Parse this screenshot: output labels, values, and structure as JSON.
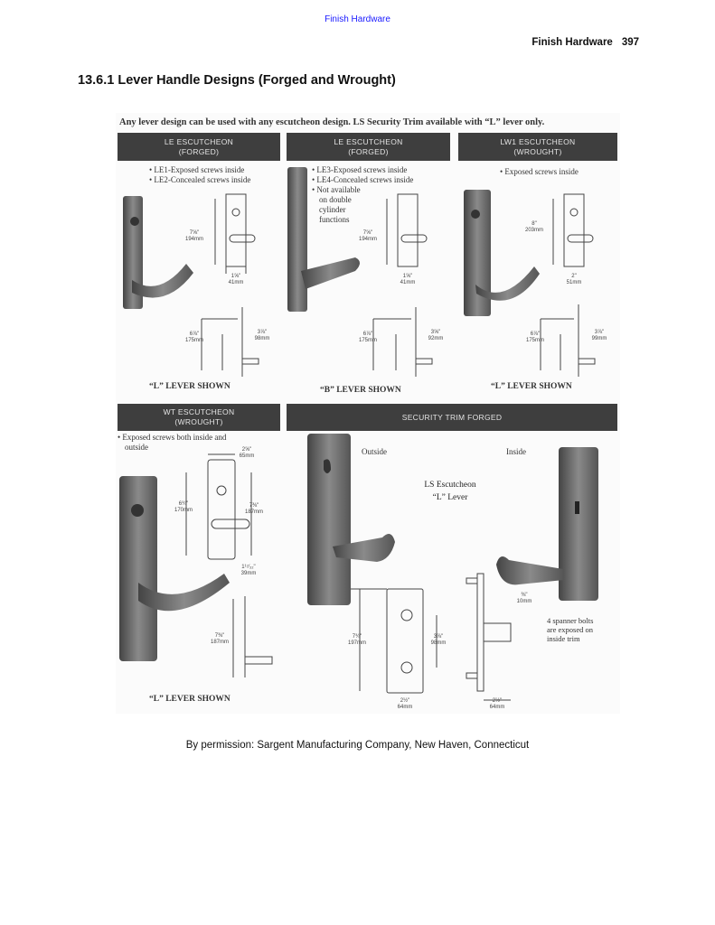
{
  "header": {
    "top_link": "Finish Hardware",
    "running_title": "Finish Hardware",
    "page_number": "397"
  },
  "section_title": "13.6.1 Lever Handle Designs (Forged and Wrought)",
  "figure": {
    "intro": "Any lever design can be used with any escutcheon design. LS Security Trim available with “L” lever only.",
    "panels": [
      {
        "title1": "LE ESCUTCHEON",
        "title2": "(FORGED)",
        "bullets": [
          "• LE1-Exposed screws inside",
          "• LE2-Concealed screws inside"
        ],
        "dims": [
          "7⅝\"",
          "194mm",
          "1⅝\"",
          "41mm",
          "6⅞\"",
          "175mm",
          "3⅞\"",
          "98mm"
        ],
        "shown": "“L” LEVER SHOWN"
      },
      {
        "title1": "LE ESCUTCHEON",
        "title2": "(FORGED)",
        "bullets": [
          "• LE3-Exposed screws inside",
          "• LE4-Concealed screws inside",
          "• Not available",
          "on double",
          "cylinder",
          "functions"
        ],
        "dims": [
          "7⅝\"",
          "194mm",
          "1⅝\"",
          "41mm",
          "6⅞\"",
          "175mm",
          "3⅝\"",
          "92mm"
        ],
        "shown": "“B” LEVER SHOWN"
      },
      {
        "title1": "LW1 ESCUTCHEON",
        "title2": "(WROUGHT)",
        "bullets": [
          "• Exposed screws inside"
        ],
        "dims": [
          "8\"",
          "203mm",
          "2\"",
          "51mm",
          "6⅞\"",
          "175mm",
          "3⅞\"",
          "99mm"
        ],
        "shown": "“L” LEVER SHOWN"
      },
      {
        "title1": "WT ESCUTCHEON",
        "title2": "(WROUGHT)",
        "bullets": [
          "• Exposed screws both inside and",
          "outside"
        ],
        "dims": [
          "2⅝\"",
          "65mm",
          "6¾\"",
          "170mm",
          "7⅜\"",
          "187mm",
          "1¹⁷⁄₃₂\"",
          "39mm",
          "7⅜\"",
          "187mm"
        ],
        "shown": "“L” LEVER SHOWN"
      },
      {
        "title1": "SECURITY TRIM FORGED",
        "outside": "Outside",
        "inside": "Inside",
        "ls1": "LS Escutcheon",
        "ls2": "“L” Lever",
        "dims": [
          "7¾\"",
          "197mm",
          "3⅞\"",
          "98mm",
          "2½\"",
          "64mm",
          "⅜\"",
          "10mm",
          "2½\"",
          "64mm"
        ],
        "note": [
          "4 spanner bolts",
          "are exposed on",
          "inside trim"
        ]
      }
    ]
  },
  "caption": "By permission: Sargent Manufacturing Company, New Haven, Connecticut",
  "colors": {
    "link": "#1a1aff",
    "bar": "#3e3e3e",
    "metal": "#6b6b6b"
  }
}
